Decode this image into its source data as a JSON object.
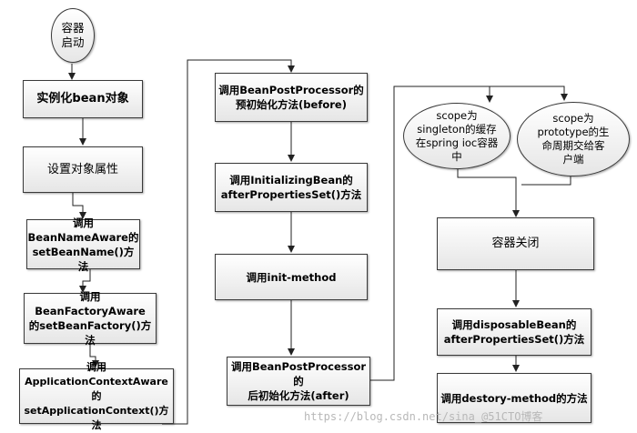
{
  "diagram": {
    "nodes": {
      "start": "容器\n启动",
      "instantiate": "实例化bean对象",
      "set_props": "设置对象属性",
      "bean_name_aware": "调用\nBeanNameAware的\nsetBeanName()方法",
      "bean_factory_aware": "调用BeanFactoryAware\n的setBeanFactory()方\n法",
      "app_context_aware": "调用\nApplicationContextAware的\nsetApplicationContext()方法",
      "bpp_before": "调用BeanPostProcessor的\n预初始化方法(before)",
      "initializing_bean": "调用InitializingBean的\nafterPropertiesSet()方法",
      "init_method": "调用init-method",
      "bpp_after": "调用BeanPostProcessor的\n后初始化方法(after)",
      "scope_singleton": "scope为\nsingleton的缓存\n在spring ioc容器\n中",
      "scope_prototype": "scope为\nprototype的生\n命周期交给客\n户端",
      "container_close": "容器关闭",
      "disposable_bean": "调用disposableBean的\nafterPropertiesSet()方法",
      "destroy_method": "调用destory-method的方法"
    },
    "watermark": "https://blog.csdn.net/sina_@51CTO博客"
  }
}
